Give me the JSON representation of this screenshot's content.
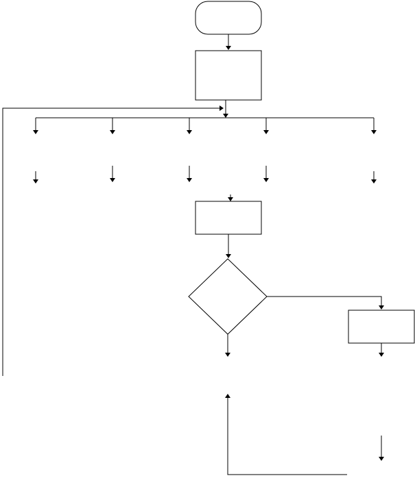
{
  "diagram": {
    "type": "flowchart",
    "background": "#ffffff",
    "stroke_color": "#000000",
    "nodes": [
      {
        "id": "start-terminator",
        "shape": "terminator",
        "text": ""
      },
      {
        "id": "process-box-1",
        "shape": "process",
        "text": ""
      },
      {
        "id": "process-box-2",
        "shape": "process",
        "text": ""
      },
      {
        "id": "decision-diamond",
        "shape": "decision",
        "text": ""
      },
      {
        "id": "process-box-3",
        "shape": "process",
        "text": ""
      }
    ],
    "branch_count": 5
  }
}
